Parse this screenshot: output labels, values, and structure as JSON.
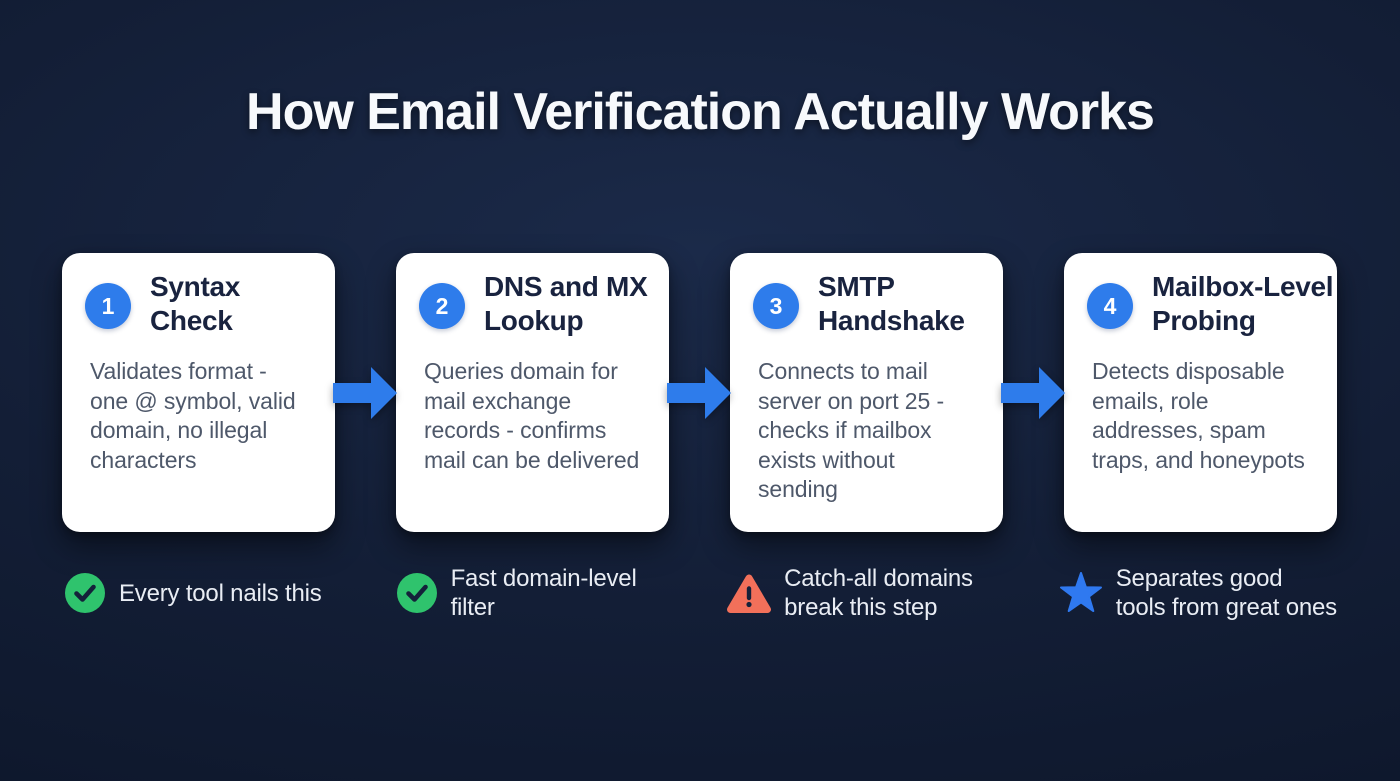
{
  "title": "How Email Verification Actually Works",
  "steps": [
    {
      "number": "1",
      "title": "Syntax\nCheck",
      "description": "Validates format -\none @ symbol, valid\ndomain, no illegal\ncharacters",
      "note": {
        "icon": "check-circle-icon",
        "text": "Every tool nails this"
      }
    },
    {
      "number": "2",
      "title": "DNS and MX\nLookup",
      "description": "Queries domain for\nmail exchange\nrecords - confirms\nmail can be delivered",
      "note": {
        "icon": "check-circle-icon",
        "text": "Fast domain-level\nfilter"
      }
    },
    {
      "number": "3",
      "title": "SMTP\nHandshake",
      "description": "Connects to mail\nserver on port 25 -\nchecks if mailbox\nexists without\nsending",
      "note": {
        "icon": "warning-triangle-icon",
        "text": "Catch-all domains\nbreak this step"
      }
    },
    {
      "number": "4",
      "title": "Mailbox-Level\nProbing",
      "description": "Detects disposable\nemails, role\naddresses, spam\ntraps, and honeypots",
      "note": {
        "icon": "star-icon",
        "text": "Separates good\ntools from great ones"
      }
    }
  ],
  "colors": {
    "background": "#111c33",
    "card_background": "#ffffff",
    "accent_blue": "#2e7ceb",
    "success_green": "#2fc36d",
    "warning_orange": "#f2705a",
    "star_blue": "#2f79f0",
    "title_text": "#f7f9fc",
    "card_title_text": "#19233f",
    "card_body_text": "#4e586a",
    "note_text": "#e9edf4",
    "badge_number_text": "#ffffff",
    "icon_glyph_dark": "#14213a"
  }
}
